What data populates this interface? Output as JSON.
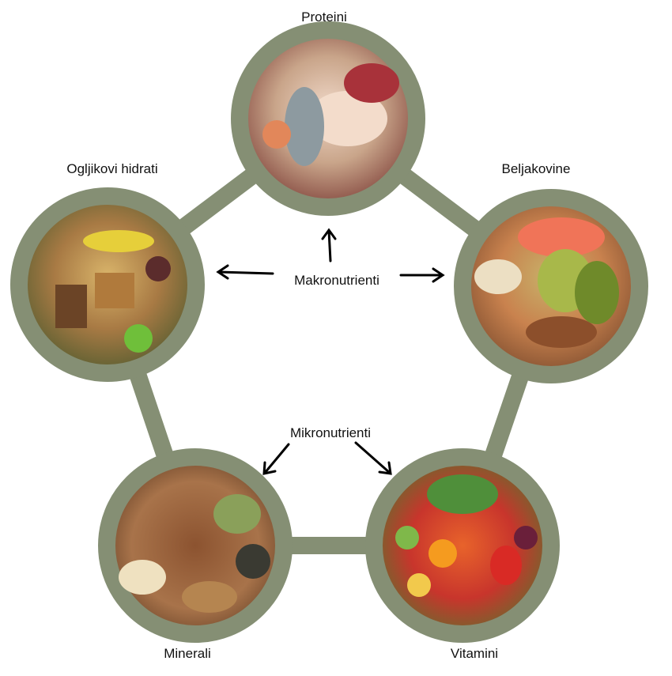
{
  "colors": {
    "ring": "#858f74",
    "arrow": "#000000"
  },
  "nodes": {
    "proteini": {
      "label": "Proteini",
      "image": "meat-fish-photo"
    },
    "ogljikovi": {
      "label": "Ogljikovi hidrati",
      "image": "bread-banana-beans-photo"
    },
    "beljakovine": {
      "label": "Beljakovine",
      "image": "salmon-avocado-nuts-photo"
    },
    "minerali": {
      "label": "Minerali",
      "image": "mixed-nuts-photo"
    },
    "vitamini": {
      "label": "Vitamini",
      "image": "fruits-vegetables-photo"
    }
  },
  "center_labels": {
    "makro": "Makronutrienti",
    "mikro": "Mikronutrienti"
  }
}
